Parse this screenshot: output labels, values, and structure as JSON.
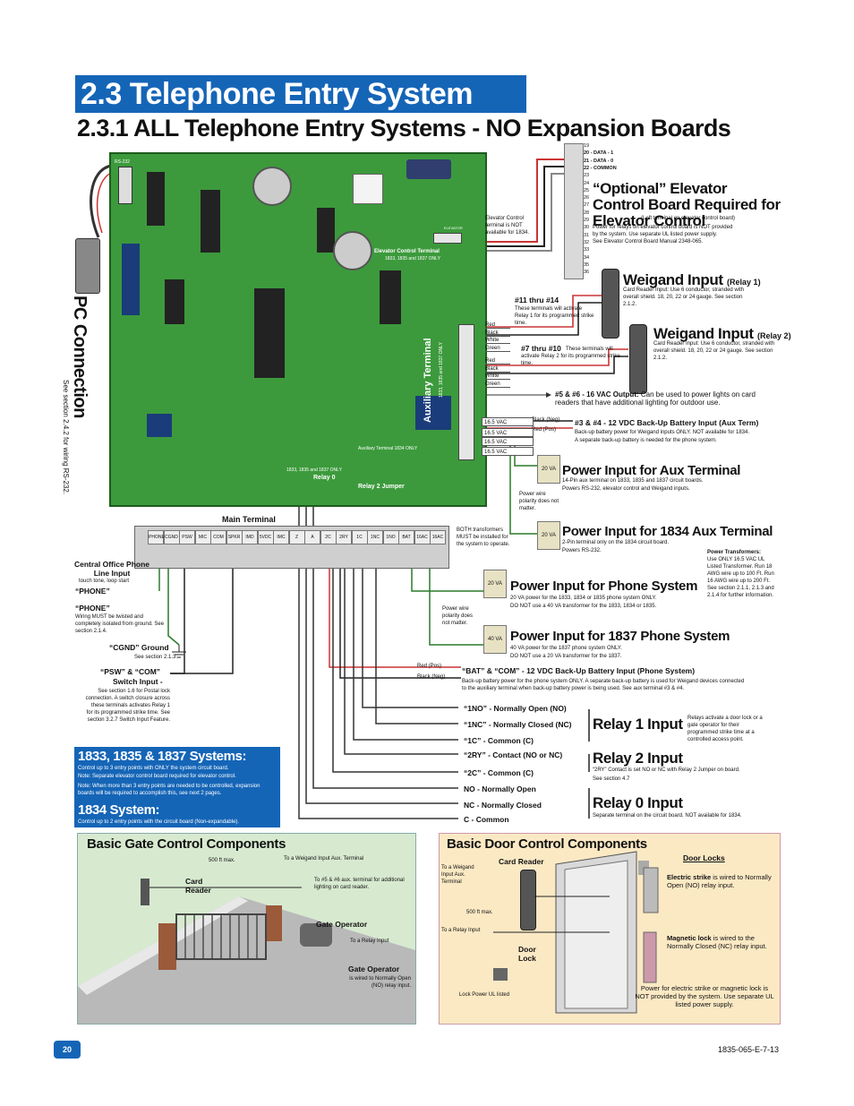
{
  "header": {
    "title": "2.3 Telephone Entry System Wiring",
    "subtitle": "2.3.1 ALL Telephone Entry Systems - NO Expansion Boards"
  },
  "board": {
    "rs232": "RS-232",
    "elevator_label": "ELEVATOR",
    "elevator_control_terminal": "Elevator Control Terminal",
    "elevator_control_terminal_note": "1833, 1835 and 1837 ONLY",
    "aux_terminal_title": "Auxiliary Terminal",
    "aux_terminal_note": "1833, 1835 and 1837 ONLY",
    "aux_terminal_1834": "Auxiliary Terminal 1834 ONLY",
    "relay0_note": "1833, 1835 and 1837 ONLY",
    "relay0": "Relay 0",
    "relay2_jumper": "Relay 2 Jumper",
    "main_terminal": "Main Terminal",
    "terminal_labels": [
      "PHONE",
      "CGND",
      "PSW",
      "MIC",
      "COM",
      "SPKR",
      "IMD",
      "5VDC",
      "IMC",
      "Z",
      "A",
      "2C",
      "2RY",
      "1C",
      "1NC",
      "1NO",
      "BAT",
      "16AC",
      "16AC"
    ],
    "pc_connection": "PC Connection",
    "pc_connection_note": "See section 2.4.2 for wiring RS-232."
  },
  "elevator": {
    "strip_numbers": [
      "19",
      "20 - DATA - 1",
      "21 - DATA - 0",
      "22 - COMMON",
      "23",
      "24",
      "25",
      "26",
      "27",
      "28",
      "29",
      "30",
      "31",
      "32",
      "33",
      "34",
      "35",
      "36"
    ],
    "side_note_1": "Elevator Control",
    "side_note_2": "terminal is NOT",
    "side_note_3": "available for 1834.",
    "heading": "“Optional” Elevator Control Board Required for Elevator Control",
    "heading_suffix": "(Left terminal on elevator control board)",
    "desc1": "Power for relays on elevator control board is NOT provided",
    "desc2": "by the system. Use separate UL listed power supply.",
    "desc3": "See Elevator Control Board Manual 2348-065."
  },
  "weigand1": {
    "heading": "Weigand Input",
    "suffix": "(Relay 1)",
    "desc": "Card Reader Input: Use 6 conductor, stranded with overall shield. 18, 20, 22 or 24 gauge. See section 2.1.2."
  },
  "weigand2": {
    "heading": "Weigand Input",
    "suffix": "(Relay 2)",
    "desc": "Card Reader Input: Use 6 conductor, stranded with overall shield. 18, 20, 22 or 24 gauge. See section 2.1.2."
  },
  "term11": {
    "label": "#11 thru #14",
    "desc": "These terminals will activate Relay 1 for its programmed strike time."
  },
  "term7": {
    "label": "#7 thru #10",
    "desc": "These terminals will activate Relay 2 for its programmed strike time."
  },
  "wire_colors": [
    "Red",
    "Black",
    "White",
    "Green",
    "Red",
    "Black",
    "White",
    "Green"
  ],
  "term56": {
    "label": "#5 & #6 - 16 VAC Output:",
    "desc": "Can be used to power lights on card readers that have additional lighting for outdoor use."
  },
  "term34": {
    "label": "#3 & #4 - 12 VDC Back-Up Battery Input (Aux Term)",
    "desc1": "Back-up battery power for Weigand inputs ONLY. NOT available for 1834.",
    "desc2": "A separate back-up battery is needed for the phone system."
  },
  "vac_labels": [
    "16.5 VAC",
    "16.5 VAC",
    "16.5 VAC",
    "16.5 VAC"
  ],
  "battery_wires": {
    "neg": "Black (Neg)",
    "pos": "Red (Pos)"
  },
  "aux_power": {
    "heading": "Power Input for Aux Terminal",
    "desc1": "14-Pin aux terminal on 1833, 1835 and 1837 circuit boards.",
    "desc2": "Powers RS-232, elevator control and Weigand inputs."
  },
  "transformer_20va": "20 VA",
  "transformer_40va": "40 VA",
  "polarity_note": "Power wire polarity does not matter.",
  "aux_1834": {
    "heading": "Power Input for 1834 Aux Terminal",
    "desc1": "2-Pin terminal only on the 1834 circuit board.",
    "desc2": "Powers RS-232."
  },
  "both_transformers": "BOTH transformers MUST be installed for the system to operate.",
  "power_transformers": {
    "title": "Power Transformers:",
    "desc": "Use ONLY 16.5 VAC UL Listed Transformer. Run 18 AWG wire up to 100 Ft. Run 16 AWG wire up to 200 Ft. See section 2.1.1, 2.1.3 and 2.1.4 for further information."
  },
  "phone_power": {
    "heading": "Power Input for Phone System",
    "desc1": "20 VA power for the 1833, 1834 or 1835 phone system ONLY.",
    "desc2": "DO NOT use a 40 VA transformer for the 1833, 1834 or 1835."
  },
  "power_1837": {
    "heading": "Power Input for 1837 Phone System",
    "desc1": "40 VA power for the 1837 phone system ONLY.",
    "desc2": "DO NOT use a 20 VA transformer for the 1837."
  },
  "left": {
    "central_office": "Central Office Phone Line Input",
    "central_office_sub": "touch tone, loop start",
    "phone_tag": "“PHONE”",
    "phone_heading": "“PHONE”",
    "phone_desc": "Wiring MUST be twisted and completely isolated from ground. See section 2.1.4.",
    "cgnd": "“CGND” Ground",
    "cgnd_desc": "See section 2.1.3.",
    "psw": "“PSW” & “COM”",
    "psw2": "Switch Input -",
    "psw_desc": "See section 1.6 for Postal lock connection. A switch closure across these terminals activates Relay 1 for its programmed strike time. See section 3.2.7 Switch Input Feature."
  },
  "bat_com": {
    "wire_pos": "Red (Pos)",
    "wire_neg": "Black (Neg)",
    "heading": "“BAT” & “COM” - 12 VDC Back-Up Battery Input (Phone System)",
    "desc": "Back-up battery power for the phone system ONLY. A separate back-up battery is used for Weigand devices connected to the auxiliary terminal when back-up battery power is being used. See aux terminal #3 & #4."
  },
  "relays": {
    "r1_items": [
      "“1NO” - Normally Open (NO)",
      "“1NC” - Normally Closed (NC)",
      "“1C” - Common (C)"
    ],
    "r1_heading": "Relay 1 Input",
    "r1_note": "Relays activate a door lock or a gate operator for their programmed strike time at a controlled access point.",
    "r2_items": [
      "“2RY” - Contact (NO or NC)",
      "“2C” - Common (C)"
    ],
    "r2_heading": "Relay 2 Input",
    "r2_note1": "“2RY” Contact is set NO or NC with Relay 2 Jumper on board.",
    "r2_note2": "See section 4.7",
    "r0_items": [
      "NO - Normally Open",
      "NC - Normally Closed",
      "C - Common"
    ],
    "r0_heading": "Relay 0 Input",
    "r0_note": "Separate terminal on the circuit board. NOT available for 1834."
  },
  "systems": {
    "title1": "1833, 1835 & 1837 Systems:",
    "desc1": "Control up to 3 entry points with ONLY the system circuit board.",
    "note1": "Note: Separate elevator control board required for elevator control.",
    "note2": "Note: When more than 3 entry points are needed to be controlled, expansion boards will be required to accomplish this, see next 2 pages.",
    "title2": "1834 System:",
    "desc2": "Control up to 2 entry points with the circuit board (Non-expandable)."
  },
  "gate": {
    "heading": "Basic Gate Control Components",
    "dist": "500 ft max.",
    "weigand": "To a Weigand Input Aux. Terminal",
    "card_reader": "Card Reader",
    "lighting": "To #5 & #6 aux. terminal for additional lighting on card reader.",
    "operator_label": "Gate Operator",
    "relay": "To a Relay Input",
    "operator_bold": "Gate Operator",
    "operator_desc": "is wired to Normally Open (NO) relay input."
  },
  "door": {
    "heading": "Basic Door Control Components",
    "card_reader": "Card Reader",
    "door_locks": "Door Locks",
    "to_weigand": "To a Weigand Input Aux. Terminal",
    "dist": "500 ft max.",
    "to_relay": "To a Relay Input",
    "door_lock": "Door Lock",
    "strike_bold": "Electric strike",
    "strike_desc": "is wired to Normally Open (NO) relay input.",
    "mag_bold": "Magnetic lock",
    "mag_desc": "is wired to the Normally Closed (NC) relay input.",
    "lock_power": "Lock Power UL listed",
    "power_note": "Power for electric strike or magnetic lock is NOT provided by the system. Use separate UL listed power supply."
  },
  "footer": {
    "page": "20",
    "doc": "1835-065-E-7-13"
  }
}
